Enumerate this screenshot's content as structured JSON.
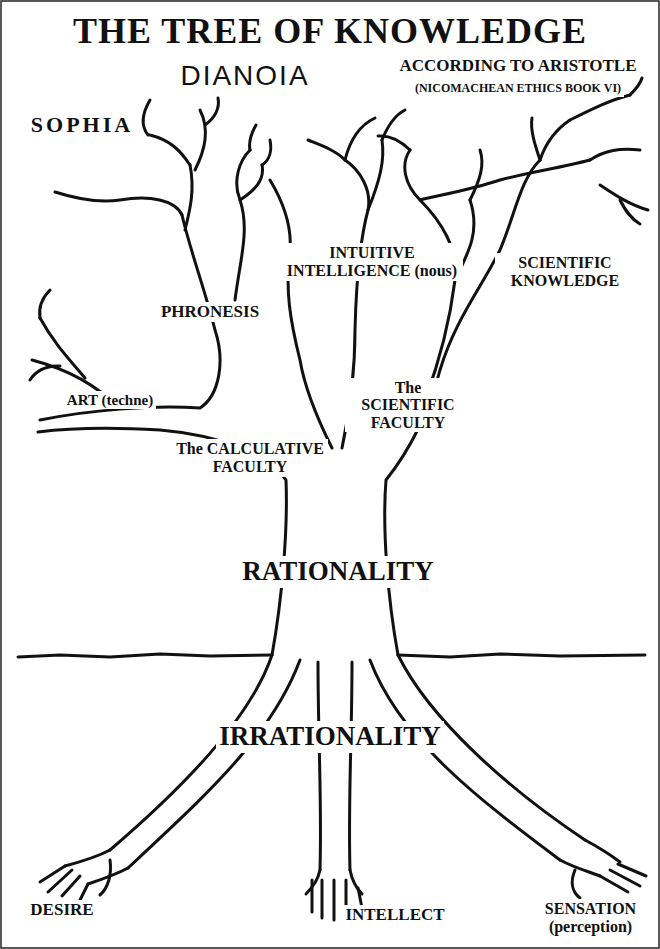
{
  "diagram": {
    "title": "THE TREE OF KNOWLEDGE",
    "labels": [
      "DIANOIA",
      "ACCORDING TO ARISTOTLE",
      "(NICOMACHEAN ETHICS BOOK VI)",
      "SOPHIA",
      "INTUITIVE INTELLIGENCE (nous)",
      "SCIENTIFIC KNOWLEDGE",
      "PHRONESIS",
      "ART (techne)",
      "The SCIENTIFIC FACULTY",
      "The CALCULATIVE FACULTY",
      "RATIONALITY",
      "IRRATIONALITY",
      "DESIRE",
      "INTELLECT",
      "SENSATION (perception)"
    ]
  }
}
